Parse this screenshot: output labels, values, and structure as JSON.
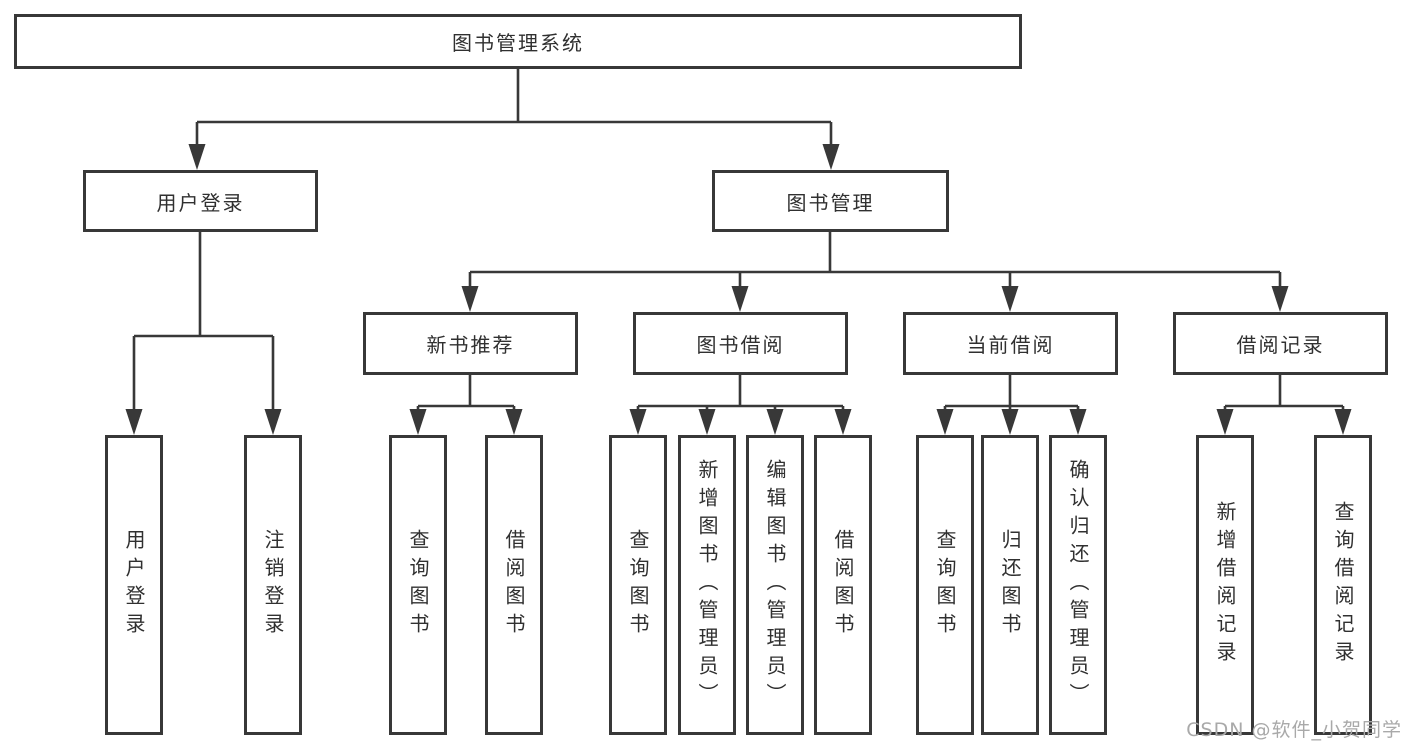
{
  "diagram": {
    "watermark": "CSDN @软件_小贺同学",
    "colors": {
      "background": "#ffffff",
      "line": "#383838",
      "border": "#383838",
      "text": "#303030",
      "watermark": "#a9a9a9"
    },
    "tree": {
      "label": "图书管理系统",
      "children": [
        {
          "label": "用户登录",
          "children": [
            {
              "label": "用户登录"
            },
            {
              "label": "注销登录"
            }
          ]
        },
        {
          "label": "图书管理",
          "children": [
            {
              "label": "新书推荐",
              "children": [
                {
                  "label": "查询图书"
                },
                {
                  "label": "借阅图书"
                }
              ]
            },
            {
              "label": "图书借阅",
              "children": [
                {
                  "label": "查询图书"
                },
                {
                  "label": "新增图书（管理员）"
                },
                {
                  "label": "编辑图书（管理员）"
                },
                {
                  "label": "借阅图书"
                }
              ]
            },
            {
              "label": "当前借阅",
              "children": [
                {
                  "label": "查询图书"
                },
                {
                  "label": "归还图书"
                },
                {
                  "label": "确认归还（管理员）"
                }
              ]
            },
            {
              "label": "借阅记录",
              "children": [
                {
                  "label": "新增借阅记录"
                },
                {
                  "label": "查询借阅记录"
                }
              ]
            }
          ]
        }
      ]
    }
  }
}
